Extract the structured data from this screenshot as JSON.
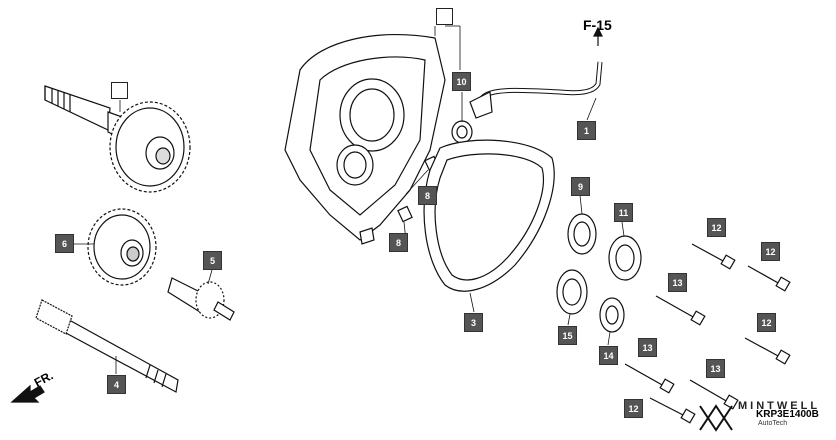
{
  "diagram": {
    "direction_label": "F-15",
    "front_label": "FR.",
    "brand_name": "MINTWELL",
    "brand_sub": "AutoTech",
    "diagram_code": "KRP3E1400B"
  },
  "callouts": {
    "c1": "1",
    "c3": "3",
    "c4": "4",
    "c5": "5",
    "c6": "6",
    "c8a": "8",
    "c8b": "8",
    "c9": "9",
    "c10": "10",
    "c11": "11",
    "c12a": "12",
    "c12b": "12",
    "c12c": "12",
    "c12d": "12",
    "c13a": "13",
    "c13b": "13",
    "c13c": "13",
    "c14": "14",
    "c15": "15"
  },
  "colors": {
    "callout_bg": "#555555",
    "line": "#111111"
  }
}
